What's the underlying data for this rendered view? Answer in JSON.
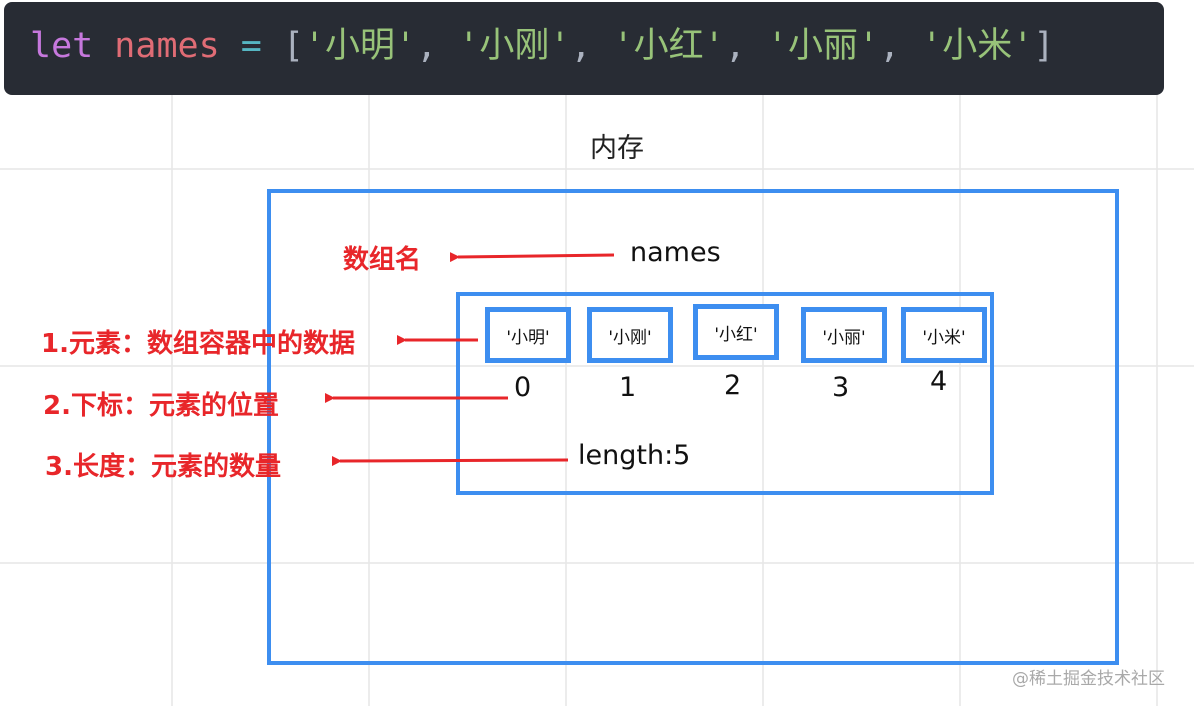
{
  "code": {
    "keyword": "let",
    "variable": "names",
    "operator": "=",
    "open_bracket": "[",
    "close_bracket": "]",
    "comma": ",",
    "strings": [
      "'小明'",
      "'小刚'",
      "'小红'",
      "'小丽'",
      "'小米'"
    ]
  },
  "diagram": {
    "title": "内存",
    "array_name": "names",
    "length_text": "length:5",
    "elements": [
      "'小明'",
      "'小刚'",
      "'小红'",
      "'小丽'",
      "'小米'"
    ],
    "indices": [
      "0",
      "1",
      "2",
      "3",
      "4"
    ],
    "labels": {
      "name": "数组名",
      "element": "1.元素：数组容器中的数据",
      "index": "2.下标：元素的位置",
      "length": "3.长度：元素的数量"
    }
  },
  "watermark": "@稀土掘金技术社区",
  "colors": {
    "box_blue": "#3d8ef0",
    "label_red": "#e8262a",
    "code_bg": "#282c34"
  }
}
